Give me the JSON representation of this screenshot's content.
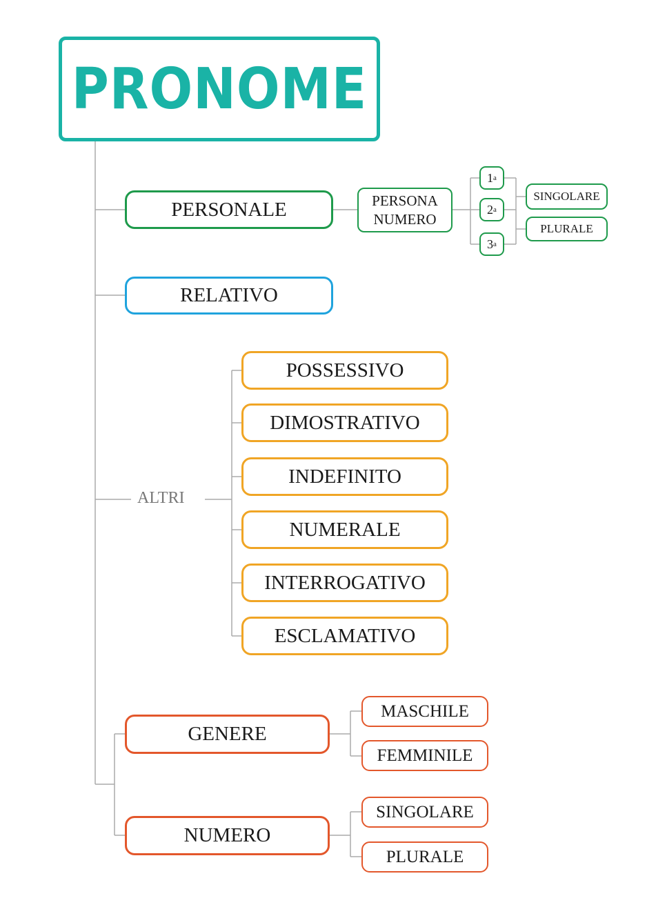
{
  "title": "PRONOME",
  "personale": {
    "label": "PERSONALE",
    "persona_numero": [
      "PERSONA",
      "NUMERO"
    ],
    "persons": [
      {
        "num": "1",
        "sup": "a"
      },
      {
        "num": "2",
        "sup": "a"
      },
      {
        "num": "3",
        "sup": "a"
      }
    ],
    "numbers": [
      "SINGOLARE",
      "PLURALE"
    ]
  },
  "relativo": {
    "label": "RELATIVO"
  },
  "altri": {
    "label": "ALTRI",
    "items": [
      "POSSESSIVO",
      "DIMOSTRATIVO",
      "INDEFINITO",
      "NUMERALE",
      "INTERROGATIVO",
      "ESCLAMATIVO"
    ]
  },
  "genere": {
    "label": "GENERE",
    "items": [
      "MASCHILE",
      "FEMMINILE"
    ]
  },
  "numero": {
    "label": "NUMERO",
    "items": [
      "SINGOLARE",
      "PLURALE"
    ]
  },
  "colors": {
    "title": "#1ab3a6",
    "personale": "#1e9a4b",
    "relativo": "#1fa3dd",
    "altri": "#f0a525",
    "genere_numero": "#e3572b",
    "connector": "#aaaaaa"
  }
}
